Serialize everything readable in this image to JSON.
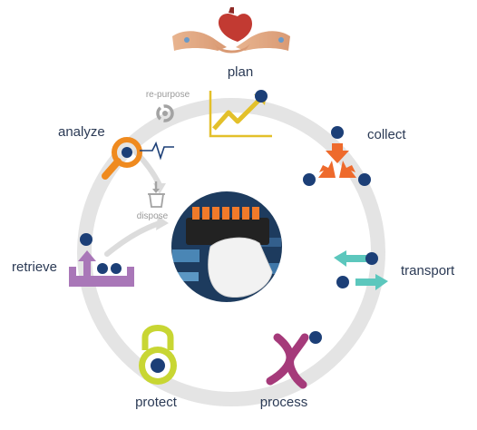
{
  "steps": {
    "plan": "plan",
    "collect": "collect",
    "transport": "transport",
    "process": "process",
    "protect": "protect",
    "retrieve": "retrieve",
    "analyze": "analyze"
  },
  "substeps": {
    "repurpose": "re-purpose",
    "dispose": "dispose"
  },
  "colors": {
    "ring": "#e4e4e4",
    "navy": "#1c3f77",
    "plan_chart": "#e3c02a",
    "collect": "#ee6a2c",
    "transport": "#5cc7bd",
    "process": "#a53a7a",
    "protect": "#c8d633",
    "retrieve": "#a977b8",
    "analyze": "#ef8a1f",
    "text": "#2b3a55",
    "subtext": "#9a9a9a"
  },
  "icons": {
    "plan": "hands-holding-heart-image",
    "plan_chart": "trending-up-chart-icon",
    "collect": "converging-arrows-icon",
    "transport": "bidirectional-arrows-icon",
    "process": "chromosome-icon",
    "protect": "padlock-icon",
    "retrieve": "upload-tray-icon",
    "analyze": "magnifier-pulse-icon",
    "repurpose": "recycle-icon",
    "dispose": "trash-bin-icon",
    "center": "gloved-hand-sample-tubes-photo"
  }
}
